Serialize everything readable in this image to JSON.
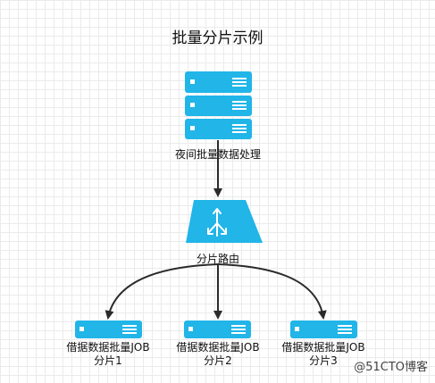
{
  "diagram": {
    "title": "批量分片示例",
    "source_label": "夜间批量数据处理",
    "router_label": "分片路由",
    "shards": [
      {
        "job_label": "借据数据批量JOB",
        "shard_label": "分片1"
      },
      {
        "job_label": "借据数据批量JOB",
        "shard_label": "分片2"
      },
      {
        "job_label": "借据数据批量JOB",
        "shard_label": "分片3"
      }
    ]
  },
  "colors": {
    "node": "#21b5e8",
    "node_light": "#ffffff",
    "arrow": "#2b2b2b"
  },
  "watermark": "@51CTO博客"
}
